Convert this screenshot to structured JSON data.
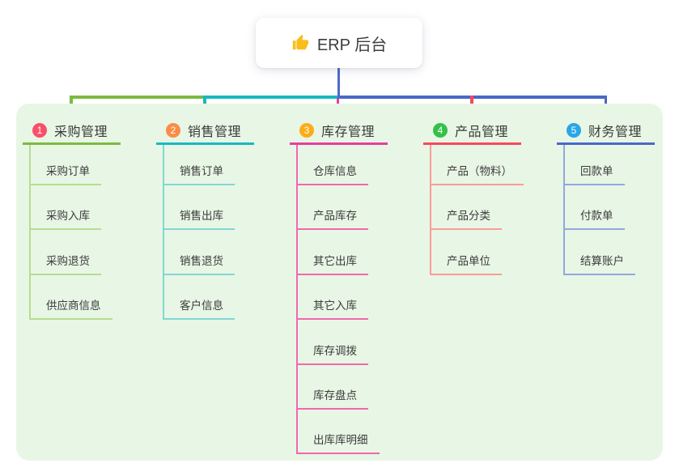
{
  "root": {
    "title": "ERP 后台",
    "icon": "thumbs-up-icon"
  },
  "panel_bg": "#E8F6E5",
  "connector": {
    "stem_color": "#4E68CC"
  },
  "branches": [
    {
      "badge": "1",
      "title": "采购管理",
      "colors": {
        "main": "#7CBA3F",
        "light": "#B6DD90",
        "badge": "#F8506B"
      },
      "items": [
        "采购订单",
        "采购入库",
        "采购退货",
        "供应商信息"
      ]
    },
    {
      "badge": "2",
      "title": "销售管理",
      "colors": {
        "main": "#17B9BF",
        "light": "#82D7D3",
        "badge": "#FB8C47"
      },
      "items": [
        "销售订单",
        "销售出库",
        "销售退货",
        "客户信息"
      ]
    },
    {
      "badge": "3",
      "title": "库存管理",
      "colors": {
        "main": "#E83E9C",
        "light": "#F168AE",
        "badge": "#FBAD18"
      },
      "items": [
        "仓库信息",
        "产品库存",
        "其它出库",
        "其它入库",
        "库存调拨",
        "库存盘点",
        "出库库明细"
      ]
    },
    {
      "badge": "4",
      "title": "产品管理",
      "colors": {
        "main": "#F8485C",
        "light": "#FA9C96",
        "badge": "#35C04B"
      },
      "items": [
        "产品（物料）",
        "产品分类",
        "产品单位"
      ]
    },
    {
      "badge": "5",
      "title": "财务管理",
      "colors": {
        "main": "#4A67C9",
        "light": "#93A7DF",
        "badge": "#29A6E9"
      },
      "items": [
        "回款单",
        "付款单",
        "结算账户"
      ]
    }
  ]
}
